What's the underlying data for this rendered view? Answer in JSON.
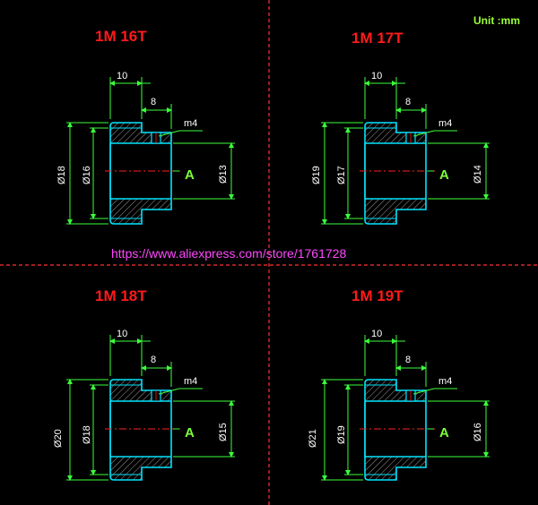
{
  "unit_label": "Unit :mm",
  "url": "https://www.aliexpress.com/store/1761728",
  "colors": {
    "background": "#000000",
    "title": "#ff1a1a",
    "dimension_line": "#3cff3c",
    "outline": "#00e5ff",
    "hatch": "#9a9a9a",
    "centerline": "#ff2020",
    "divider": "#ff3030",
    "url": "#ff48ff"
  },
  "panels": [
    {
      "title": "1M  16T",
      "width": "10",
      "hub": "8",
      "thread": "m4",
      "od": "Ø18",
      "hub_d": "Ø16",
      "bore": "Ø13",
      "datum": "A"
    },
    {
      "title": "1M  17T",
      "width": "10",
      "hub": "8",
      "thread": "m4",
      "od": "Ø19",
      "hub_d": "Ø17",
      "bore": "Ø14",
      "datum": "A"
    },
    {
      "title": "1M  18T",
      "width": "10",
      "hub": "8",
      "thread": "m4",
      "od": "Ø20",
      "hub_d": "Ø18",
      "bore": "Ø15",
      "datum": "A"
    },
    {
      "title": "1M  19T",
      "width": "10",
      "hub": "8",
      "thread": "m4",
      "od": "Ø21",
      "hub_d": "Ø19",
      "bore": "Ø16",
      "datum": "A"
    }
  ]
}
